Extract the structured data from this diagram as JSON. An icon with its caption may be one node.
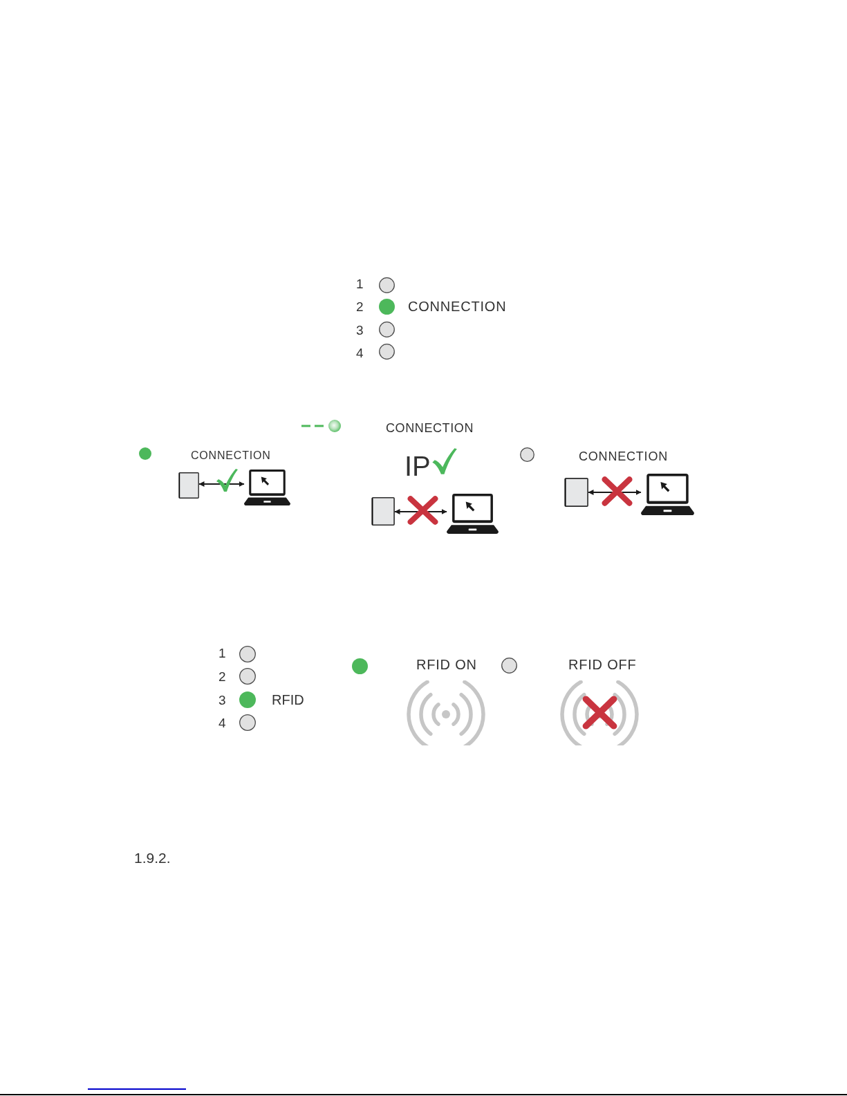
{
  "diagram": {
    "nodes": [
      {
        "text": [],
        "shape": "picture"
      },
      {
        "text": [],
        "shape": "picture"
      },
      {
        "text": [],
        "shape": "picture"
      },
      {
        "text": [],
        "shape": "picture"
      },
      {
        "text": [],
        "shape": "picture"
      },
      {
        "text": [],
        "shape": "picture"
      }
    ],
    "edges": [
      {
        "from": 0,
        "to": 1,
        "arrow": "both"
      },
      {
        "from": 2,
        "to": 3,
        "arrow": "both"
      },
      {
        "from": 4,
        "to": 5,
        "arrow": "both"
      }
    ],
    "labels": [
      "1",
      "2",
      "CONNECTION",
      "3",
      "4",
      "CONNECTION",
      "CONNECTION",
      "IP",
      "CONNECTION",
      "1",
      "2",
      "3",
      "RFID",
      "4",
      "RFID ON",
      "RFID OFF",
      "1.9.2."
    ]
  }
}
